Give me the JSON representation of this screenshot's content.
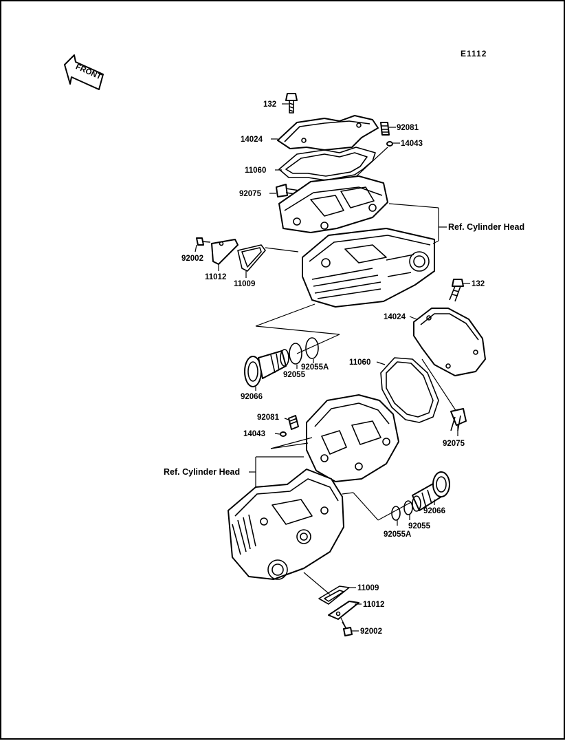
{
  "diagram_code": "E1112",
  "front_label": "FRONT",
  "labels": {
    "bolt_132_top": "132",
    "cover_14024_top": "14024",
    "gasket_11060_top": "11060",
    "bolt_92075_top": "92075",
    "plug_92081_top": "92081",
    "oring_14043_top": "14043",
    "ref_head_top": "Ref. Cylinder Head",
    "bolt_92002_top": "92002",
    "plate_11012_top": "11012",
    "gasket_11009_top": "11009",
    "pipe_92066_top": "92066",
    "oring_92055_top": "92055",
    "oring_92055A_top": "92055A",
    "bolt_132_bottom": "132",
    "cover_14024_bottom": "14024",
    "gasket_11060_bottom": "11060",
    "bolt_92075_bottom": "92075",
    "plug_92081_bottom": "92081",
    "oring_14043_bottom": "14043",
    "ref_head_bottom": "Ref. Cylinder Head",
    "pipe_92066_bottom": "92066",
    "oring_92055_bottom": "92055",
    "oring_92055A_bottom": "92055A",
    "gasket_11009_bottom": "11009",
    "plate_11012_bottom": "11012",
    "bolt_92002_bottom": "92002"
  }
}
